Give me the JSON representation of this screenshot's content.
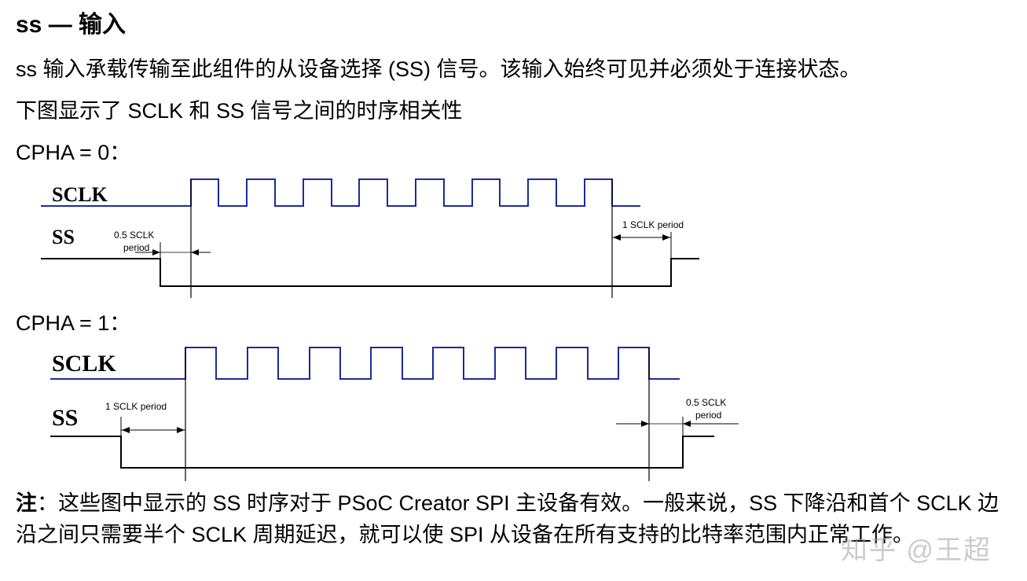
{
  "heading": "ss — 输入",
  "para1": "ss 输入承载传输至此组件的从设备选择 (SS) 信号。该输入始终可见并必须处于连接状态。",
  "para2": "下图显示了 SCLK 和 SS 信号之间的时序相关性",
  "cpha0": {
    "label": "CPHA = 0：",
    "sclk_label": "SCLK",
    "ss_label": "SS",
    "ann_left_1": "0.5  SCLK",
    "ann_left_2": "period",
    "ann_right": "1 SCLK period"
  },
  "cpha1": {
    "label": "CPHA = 1：",
    "sclk_label": "SCLK",
    "ss_label": "SS",
    "ann_left": "1 SCLK period",
    "ann_right_1": "0.5  SCLK",
    "ann_right_2": "period"
  },
  "note": {
    "label": "注",
    "text": "：这些图中显示的 SS 时序对于 PSoC Creator SPI 主设备有效。一般来说，SS 下降沿和首个 SCLK 边沿之间只需要半个 SCLK 周期延迟，就可以使 SPI 从设备在所有支持的比特率范围内正常工作。"
  },
  "watermark": "知乎 @王超",
  "colors": {
    "clock": "#1c2aa0",
    "ss": "#000000"
  }
}
